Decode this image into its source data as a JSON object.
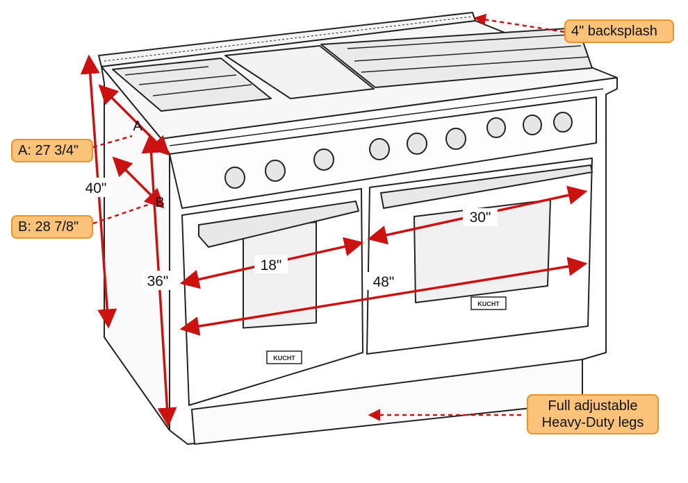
{
  "brand_badge": "KUCHT",
  "callouts": {
    "backsplash": "4\" backsplash",
    "depth_a": "A: 27 3/4\"",
    "depth_b": "B: 28 7/8\"",
    "legs_line1": "Full adjustable",
    "legs_line2": "Heavy-Duty legs"
  },
  "markers": {
    "a": "A",
    "b": "B"
  },
  "dimensions": {
    "height_total": "40\"",
    "height_body": "36\"",
    "width_total": "48\"",
    "small_oven": "18\"",
    "large_oven": "30\""
  },
  "colors": {
    "arrow": "#cc1111",
    "callout_fill": "#fbc27a",
    "callout_border": "#e8942c",
    "sketch": "#222222"
  }
}
